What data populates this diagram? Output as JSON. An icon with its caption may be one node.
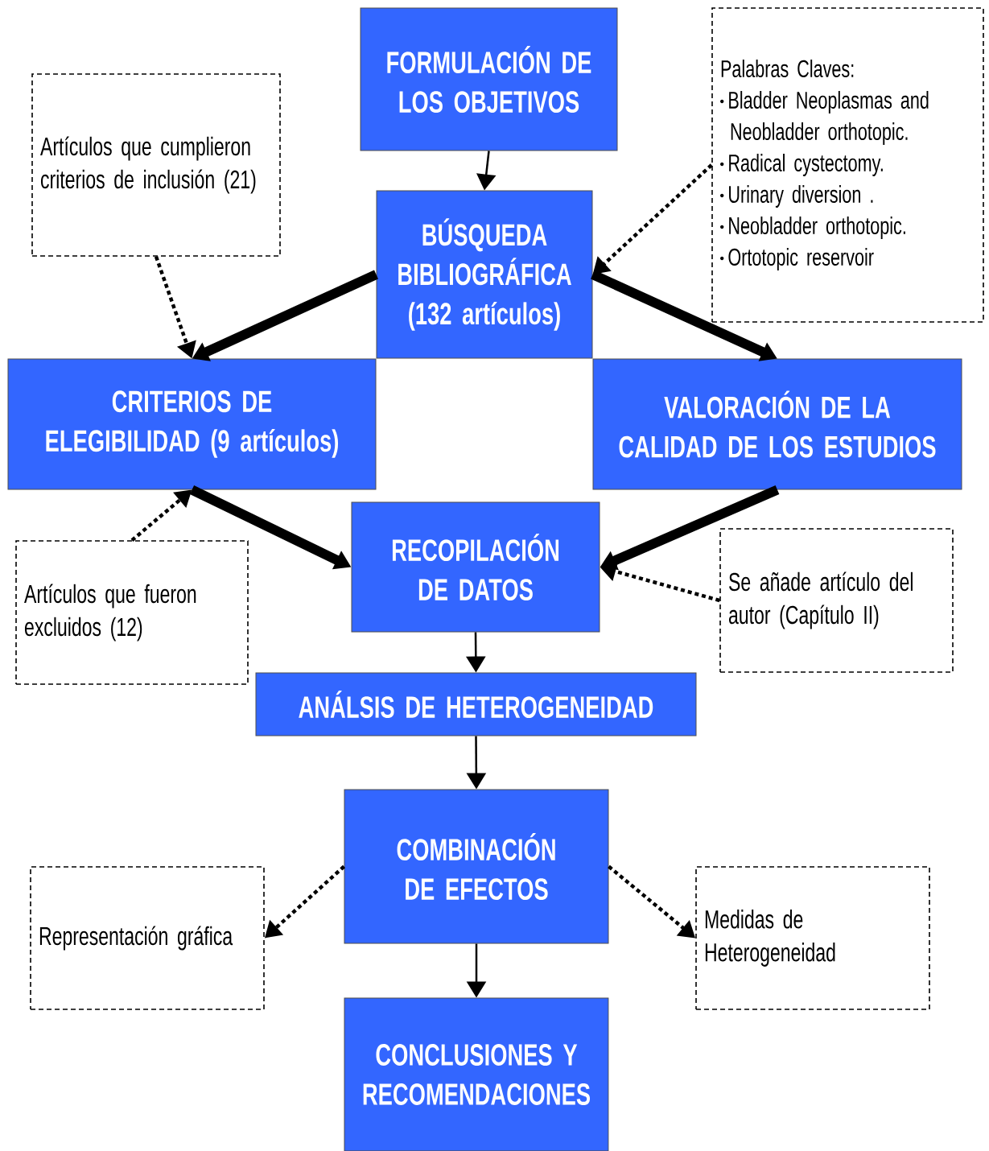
{
  "diagram": {
    "nodes": [
      {
        "text": [
          "FORMULACIÓN DE LOS OBJETIVOS"
        ]
      },
      {
        "text": [
          "Artículos que cumplieron criterios de inclusión (21)"
        ]
      },
      {
        "text": [
          "Palabras Claves:",
          "Bladder Neoplasmas and Neobladder orthotopic.",
          "Radical cystectomy.",
          "Urinary diversion .",
          "Neobladder orthotopic.",
          "Ortotopic reservoir"
        ]
      },
      {
        "text": [
          "BÚSQUEDA BIBLIOGRÁFICA (132 artículos)"
        ]
      },
      {
        "text": [
          "CRITERIOS DE ELEGIBILIDAD (9 artículos)"
        ]
      },
      {
        "text": [
          "VALORACIÓN DE LA CALIDAD DE LOS ESTUDIOS"
        ]
      },
      {
        "text": [
          "Artículos que fueron excluidos (12)"
        ]
      },
      {
        "text": [
          "RECOPILACIÓN DE DATOS"
        ]
      },
      {
        "text": [
          "Se añade artículo del autor (Capítulo II)"
        ]
      },
      {
        "text": [
          "ANÁLSIS DE HETEROGENEIDAD"
        ]
      },
      {
        "text": [
          "COMBINACIÓN DE EFECTOS"
        ]
      },
      {
        "text": [
          "Representación gráfica"
        ]
      },
      {
        "text": [
          "Medidas de Heterogeneidad"
        ]
      },
      {
        "text": [
          "CONCLUSIONES Y RECOMENDACIONES"
        ]
      }
    ],
    "edges": [
      {
        "from": 0,
        "to": 3,
        "arrow": "to"
      },
      {
        "from": 2,
        "to": 3,
        "arrow": "to",
        "style": "dashed"
      },
      {
        "from": 3,
        "to": 4,
        "arrow": "to",
        "style": "thick"
      },
      {
        "from": 3,
        "to": 5,
        "arrow": "to",
        "style": "thick"
      },
      {
        "from": 1,
        "to": 4,
        "arrow": "to",
        "style": "dashed"
      },
      {
        "from": 6,
        "to": 4,
        "arrow": "to",
        "style": "dashed"
      },
      {
        "from": 4,
        "to": 7,
        "arrow": "to",
        "style": "thick"
      },
      {
        "from": 5,
        "to": 7,
        "arrow": "to",
        "style": "thick"
      },
      {
        "from": 8,
        "to": 7,
        "arrow": "to",
        "style": "dashed"
      },
      {
        "from": 7,
        "to": 9,
        "arrow": "to"
      },
      {
        "from": 9,
        "to": 10,
        "arrow": "to"
      },
      {
        "from": 10,
        "to": 11,
        "arrow": "to",
        "style": "dashed"
      },
      {
        "from": 10,
        "to": 12,
        "arrow": "to",
        "style": "dashed"
      },
      {
        "from": 10,
        "to": 13,
        "arrow": "to"
      }
    ]
  }
}
